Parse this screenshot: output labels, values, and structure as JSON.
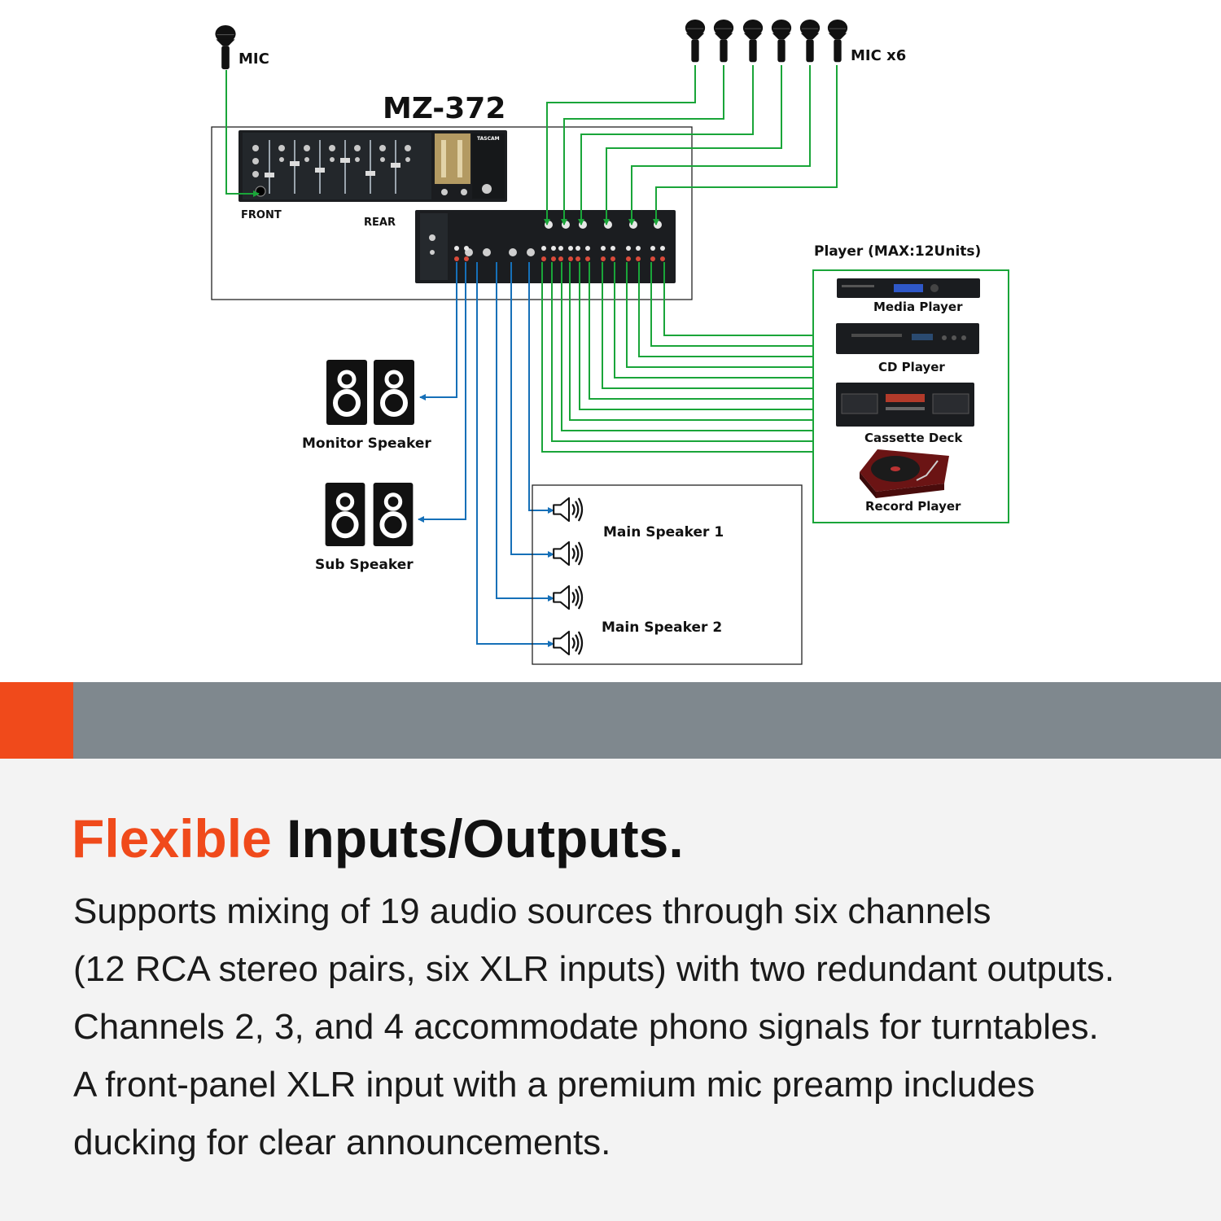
{
  "diagram": {
    "model": "MZ-372",
    "front_label": "FRONT",
    "rear_label": "REAR",
    "mic_label": "MIC",
    "mic6_label": "MIC x6",
    "brand_label": "TASCAM",
    "player_group_label": "Player (MAX:12Units)",
    "players": [
      "Media Player",
      "CD Player",
      "Cassette Deck",
      "Record Player"
    ],
    "monitor_label": "Monitor Speaker",
    "sub_label": "Sub Speaker",
    "main1_label": "Main Speaker 1",
    "main2_label": "Main Speaker 2",
    "colors": {
      "mic_wire": "#1aa539",
      "output_wire": "#1670b8",
      "box": "#222222",
      "player_box": "#1aa539"
    }
  },
  "banner": {
    "accent_color": "#f04a1b",
    "band_color": "#7f888e"
  },
  "content": {
    "headline_accent": "Flexible",
    "headline_rest": " Inputs/Outputs.",
    "body_lines": [
      "Supports mixing of 19 audio sources through six channels",
      "(12 RCA stereo pairs, six XLR inputs) with two redundant outputs.",
      "Channels 2, 3, and 4 accommodate phono signals for turntables.",
      "A front-panel XLR input with a premium mic preamp includes",
      "ducking for clear announcements."
    ]
  }
}
